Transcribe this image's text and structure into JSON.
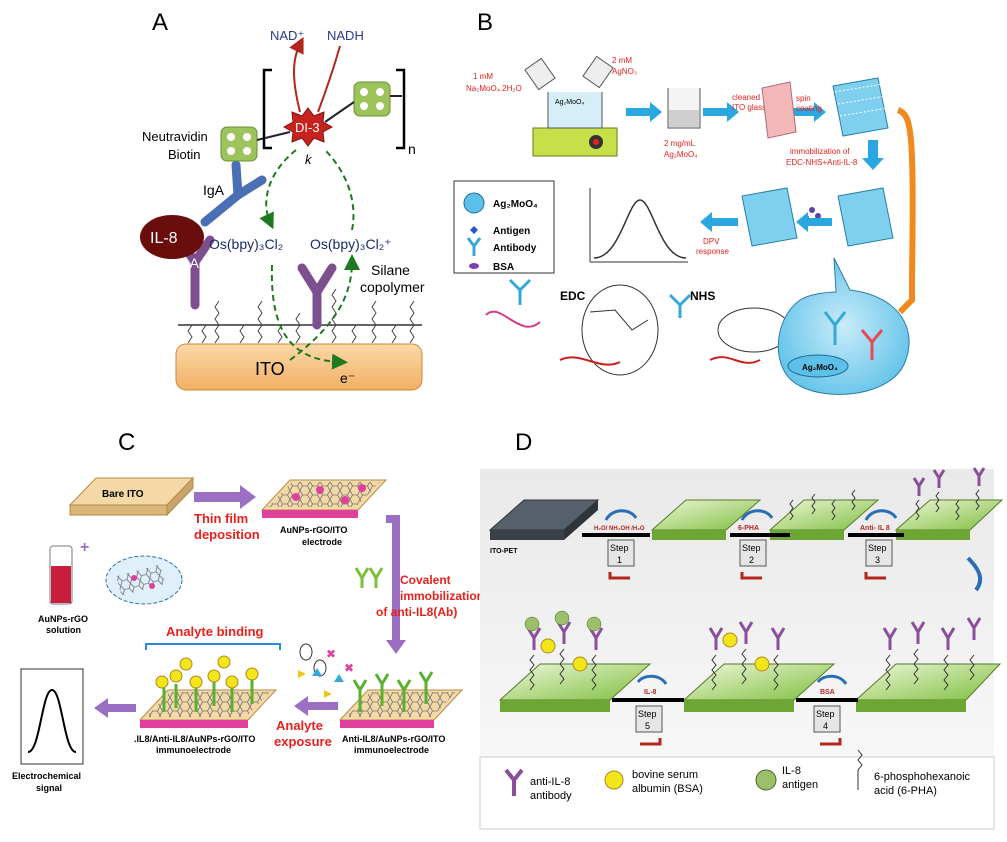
{
  "panels": {
    "a": {
      "label": "A",
      "nad_plus": "NAD⁺",
      "nadh": "NADH",
      "di3": "DI-3",
      "k": "k",
      "n": "n",
      "neutravidin": "Neutravidin",
      "biotin": "Biotin",
      "iga_top": "IgA",
      "il8": "IL-8",
      "iga_bottom": "IgA",
      "os_left": "Os(bpy)₃Cl₂",
      "os_right": "Os(bpy)₃Cl₂⁺",
      "silane_1": "Silane",
      "silane_2": "copolymer",
      "ito": "ITO",
      "electron": "e⁻",
      "colors": {
        "ito": "#f6c68c",
        "di3": "#c8221e",
        "antibody": "#7e4f8f",
        "iga_blue": "#4a6fb5",
        "il8": "#6a0d0d"
      }
    },
    "b": {
      "label": "B",
      "na_conc": "1 mM",
      "na_formula": "Na₂MoO₄.2H₂O",
      "ag_conc": "2 mM",
      "ag_formula": "AgNO₃",
      "beaker_label": "Ag₂MoO₄",
      "cleaned_1": "cleaned",
      "cleaned_2": "ITO glass",
      "spin_1": "spin",
      "spin_2": "coating",
      "conc_1": "2 mg/mL",
      "conc_2": "Ag₂MoO₄",
      "immob_1": "immobilization of",
      "immob_2": "EDC-NHS+Anti-IL-8",
      "legend_ag": "Ag₂MoO₄",
      "legend_antigen": "Antigen",
      "legend_antibody": "Antibody",
      "legend_bsa": "BSA",
      "dpv_1": "DPV",
      "dpv_2": "response",
      "edc": "EDC",
      "nhs": "NHS",
      "bubble_label": "Ag₂MoO₄",
      "colors": {
        "arrow": "#2aa6e0",
        "bubble": "#8fd3ef",
        "orange": "#f08a1c"
      }
    },
    "c": {
      "label": "C",
      "bare_ito": "Bare ITO",
      "thin_1": "Thin film",
      "thin_2": "deposition",
      "aunps_elec_1": "AuNPs-rGO/ITO",
      "aunps_elec_2": "electrode",
      "solution_1": "AuNPs-rGO",
      "solution_2": "solution",
      "covalent_1": "Covalent",
      "covalent_2": "immobilization",
      "covalent_3": "of anti-IL8(Ab)",
      "analyte_binding": "Analyte binding",
      "analyte_exposure_1": "Analyte",
      "analyte_exposure_2": "exposure",
      "immuno_right_1": "Anti-IL8/AuNPs-rGO/ITO",
      "immuno_right_2": "immunoelectrode",
      "immuno_left_1": ".IL8/Anti-IL8/AuNPs-rGO/ITO",
      "immuno_left_2": "immunoelectrode",
      "signal_1": "Electrochemical",
      "signal_2": "signal",
      "colors": {
        "arrow": "#9b6fc4",
        "text_red": "#e8211c",
        "plate": "#f4d9a6"
      }
    },
    "d": {
      "label": "D",
      "ito_pet": "ITO-PET",
      "step_word": "Step",
      "reagent_1": "H₂O/ NH₄OH /H₂O",
      "reagent_2": "6-PHA",
      "reagent_3": "Anti- IL 8",
      "reagent_4": "BSA",
      "reagent_5": "IL-8",
      "steps": [
        "1",
        "2",
        "3",
        "4",
        "5"
      ],
      "legend_antibody_1": "anti-IL-8",
      "legend_antibody_2": "antibody",
      "legend_bsa_1": "bovine serum",
      "legend_bsa_2": "albumin (BSA)",
      "legend_il8_1": "IL-8",
      "legend_il8_2": "antigen",
      "legend_pha_1": "6-phosphohexanoic",
      "legend_pha_2": "acid (6-PHA)",
      "colors": {
        "plate": "#9fcf6a",
        "antibody": "#8b4f9a",
        "bsa": "#f2e61b",
        "step_arrow": "#2a6fb5"
      }
    }
  }
}
